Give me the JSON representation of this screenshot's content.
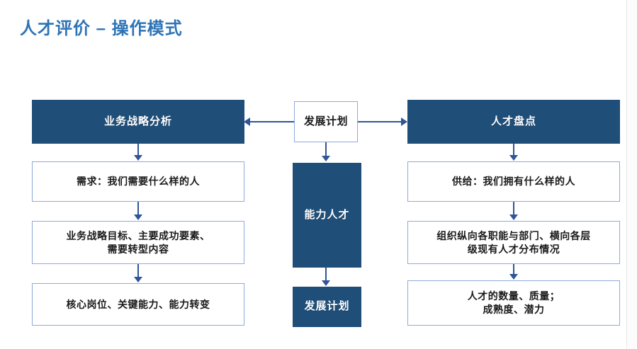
{
  "page": {
    "title": "人才评价 – 操作模式",
    "title_color": "#2E74B5",
    "background": "#ffffff"
  },
  "theme": {
    "fill_dark_blue": "#1F4E79",
    "outline_blue": "#8FAADC",
    "connector_blue": "#2F5597",
    "fill_text_color": "#ffffff",
    "outline_text_color": "#1a1a1a"
  },
  "diagram": {
    "type": "flowchart",
    "columns": [
      {
        "id": "left",
        "header": {
          "label": "业务战略分析",
          "style": "filled"
        },
        "nodes": [
          {
            "label": "需求：我们需要什么样的人",
            "style": "outlined",
            "lines": [
              "需求：我们需要什么样的人"
            ]
          },
          {
            "label": "业务战略目标、主要成功要素、需要转型内容",
            "style": "outlined",
            "lines": [
              "业务战略目标、主要成功要素、",
              "需要转型内容"
            ]
          },
          {
            "label": "核心岗位、关键能力、能力转变",
            "style": "outlined",
            "lines": [
              "核心岗位、关键能力、能力转变"
            ]
          }
        ]
      },
      {
        "id": "center",
        "header": {
          "label": "发展计划",
          "style": "outlined"
        },
        "nodes": [
          {
            "label": "能力人才",
            "style": "filled",
            "lines": [
              "能力人才"
            ]
          },
          {
            "label": "发展计划",
            "style": "filled",
            "lines": [
              "发展计划"
            ]
          }
        ]
      },
      {
        "id": "right",
        "header": {
          "label": "人才盘点",
          "style": "filled"
        },
        "nodes": [
          {
            "label": "供给：我们拥有什么样的人",
            "style": "outlined",
            "lines": [
              "供给：我们拥有什么样的人"
            ]
          },
          {
            "label": "组织纵向各职能与部门、横向各层级现有人才分布情况",
            "style": "outlined",
            "lines": [
              "组织纵向各职能与部门、横向各层",
              "级现有人才分布情况"
            ]
          },
          {
            "label": "人才的数量、质量；成熟度、潜力",
            "style": "outlined",
            "lines": [
              "人才的数量、质量；",
              "成熟度、潜力"
            ]
          }
        ]
      }
    ],
    "connectors": [
      {
        "from": "发展计划",
        "to": "业务战略分析",
        "direction": "left"
      },
      {
        "from": "发展计划",
        "to": "人才盘点",
        "direction": "right"
      },
      {
        "from": "发展计划",
        "to": "能力人才",
        "direction": "down"
      },
      {
        "from": "能力人才",
        "to": "发展计划",
        "direction": "down"
      },
      {
        "from": "业务战略分析",
        "to": "需求：我们需要什么样的人",
        "direction": "down"
      },
      {
        "from": "需求：我们需要什么样的人",
        "to": "业务战略目标、主要成功要素、需要转型内容",
        "direction": "down"
      },
      {
        "from": "业务战略目标、主要成功要素、需要转型内容",
        "to": "核心岗位、关键能力、能力转变",
        "direction": "down"
      },
      {
        "from": "人才盘点",
        "to": "供给：我们拥有什么样的人",
        "direction": "down"
      },
      {
        "from": "供给：我们拥有什么样的人",
        "to": "组织纵向各职能与部门、横向各层级现有人才分布情况",
        "direction": "down"
      },
      {
        "from": "组织纵向各职能与部门、横向各层级现有人才分布情况",
        "to": "人才的数量、质量；成熟度、潜力",
        "direction": "down"
      }
    ]
  }
}
